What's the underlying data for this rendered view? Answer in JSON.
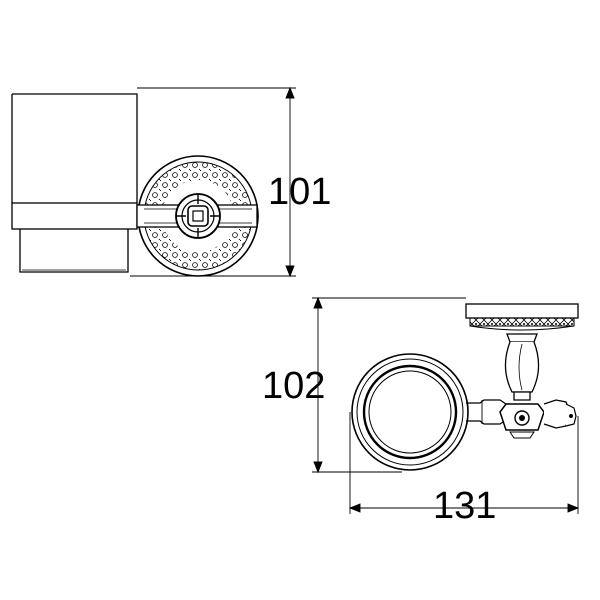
{
  "dimensions": {
    "front_height": "101",
    "side_height": "102",
    "side_width": "131"
  },
  "colors": {
    "line": "#000000",
    "background": "#ffffff"
  }
}
